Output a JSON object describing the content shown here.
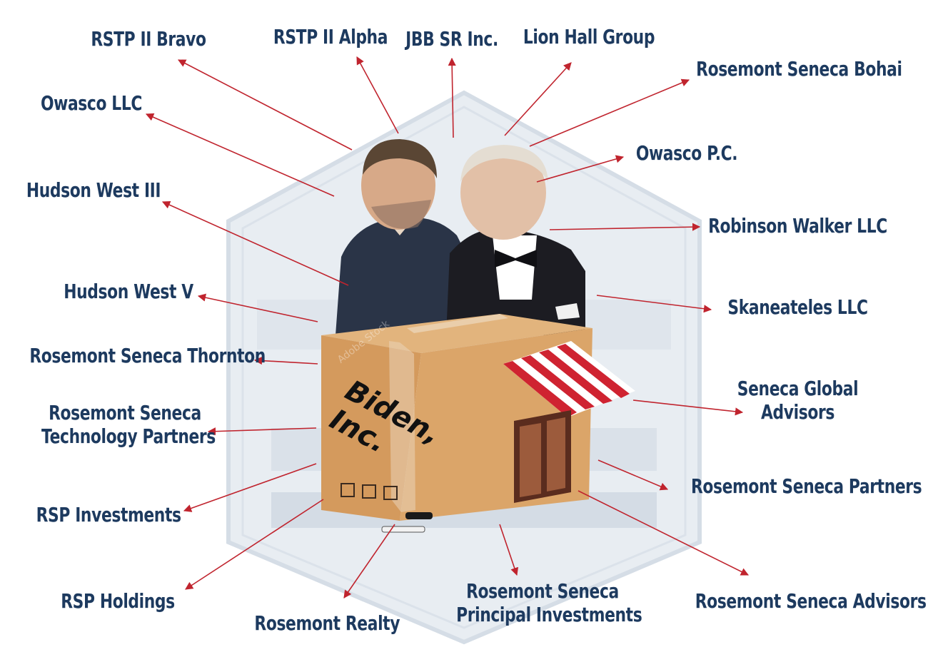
{
  "center": {
    "box_label_line1": "Biden,",
    "box_label_line2": "Inc.",
    "box_watermark": "Adobe Stock"
  },
  "colors": {
    "label_text": "#1d3a5f",
    "arrow": "#c0242e",
    "box": "#d7a066",
    "awning_red": "#cf2331",
    "watermark_shape": "#cfd8e2"
  },
  "entities": [
    {
      "id": "rstp-ii-bravo",
      "lines": [
        "RSTP II Bravo"
      ]
    },
    {
      "id": "rstp-ii-alpha",
      "lines": [
        "RSTP II Alpha"
      ]
    },
    {
      "id": "jbb-sr-inc",
      "lines": [
        "JBB SR Inc."
      ]
    },
    {
      "id": "lion-hall-group",
      "lines": [
        "Lion Hall Group"
      ]
    },
    {
      "id": "rosemont-seneca-bohai",
      "lines": [
        "Rosemont Seneca Bohai"
      ]
    },
    {
      "id": "owasco-llc",
      "lines": [
        "Owasco LLC"
      ]
    },
    {
      "id": "owasco-pc",
      "lines": [
        "Owasco P.C."
      ]
    },
    {
      "id": "hudson-west-iii",
      "lines": [
        "Hudson West III"
      ]
    },
    {
      "id": "robinson-walker-llc",
      "lines": [
        "Robinson Walker LLC"
      ]
    },
    {
      "id": "hudson-west-v",
      "lines": [
        "Hudson West V"
      ]
    },
    {
      "id": "skaneateles-llc",
      "lines": [
        "Skaneateles LLC"
      ]
    },
    {
      "id": "rosemont-seneca-thornton",
      "lines": [
        "Rosemont Seneca Thornton"
      ]
    },
    {
      "id": "seneca-global-advisors",
      "lines": [
        "Seneca Global",
        "Advisors"
      ]
    },
    {
      "id": "rosemont-seneca-technology-partners",
      "lines": [
        "Rosemont Seneca",
        "Technology Partners"
      ]
    },
    {
      "id": "rosemont-seneca-partners",
      "lines": [
        "Rosemont Seneca Partners"
      ]
    },
    {
      "id": "rsp-investments",
      "lines": [
        "RSP Investments"
      ]
    },
    {
      "id": "rsp-holdings",
      "lines": [
        "RSP Holdings"
      ]
    },
    {
      "id": "rosemont-realty",
      "lines": [
        "Rosemont Realty"
      ]
    },
    {
      "id": "rosemont-seneca-principal-investments",
      "lines": [
        "Rosemont Seneca",
        "Principal Investments"
      ]
    },
    {
      "id": "rosemont-seneca-advisors",
      "lines": [
        "Rosemont Seneca Advisors"
      ]
    }
  ]
}
